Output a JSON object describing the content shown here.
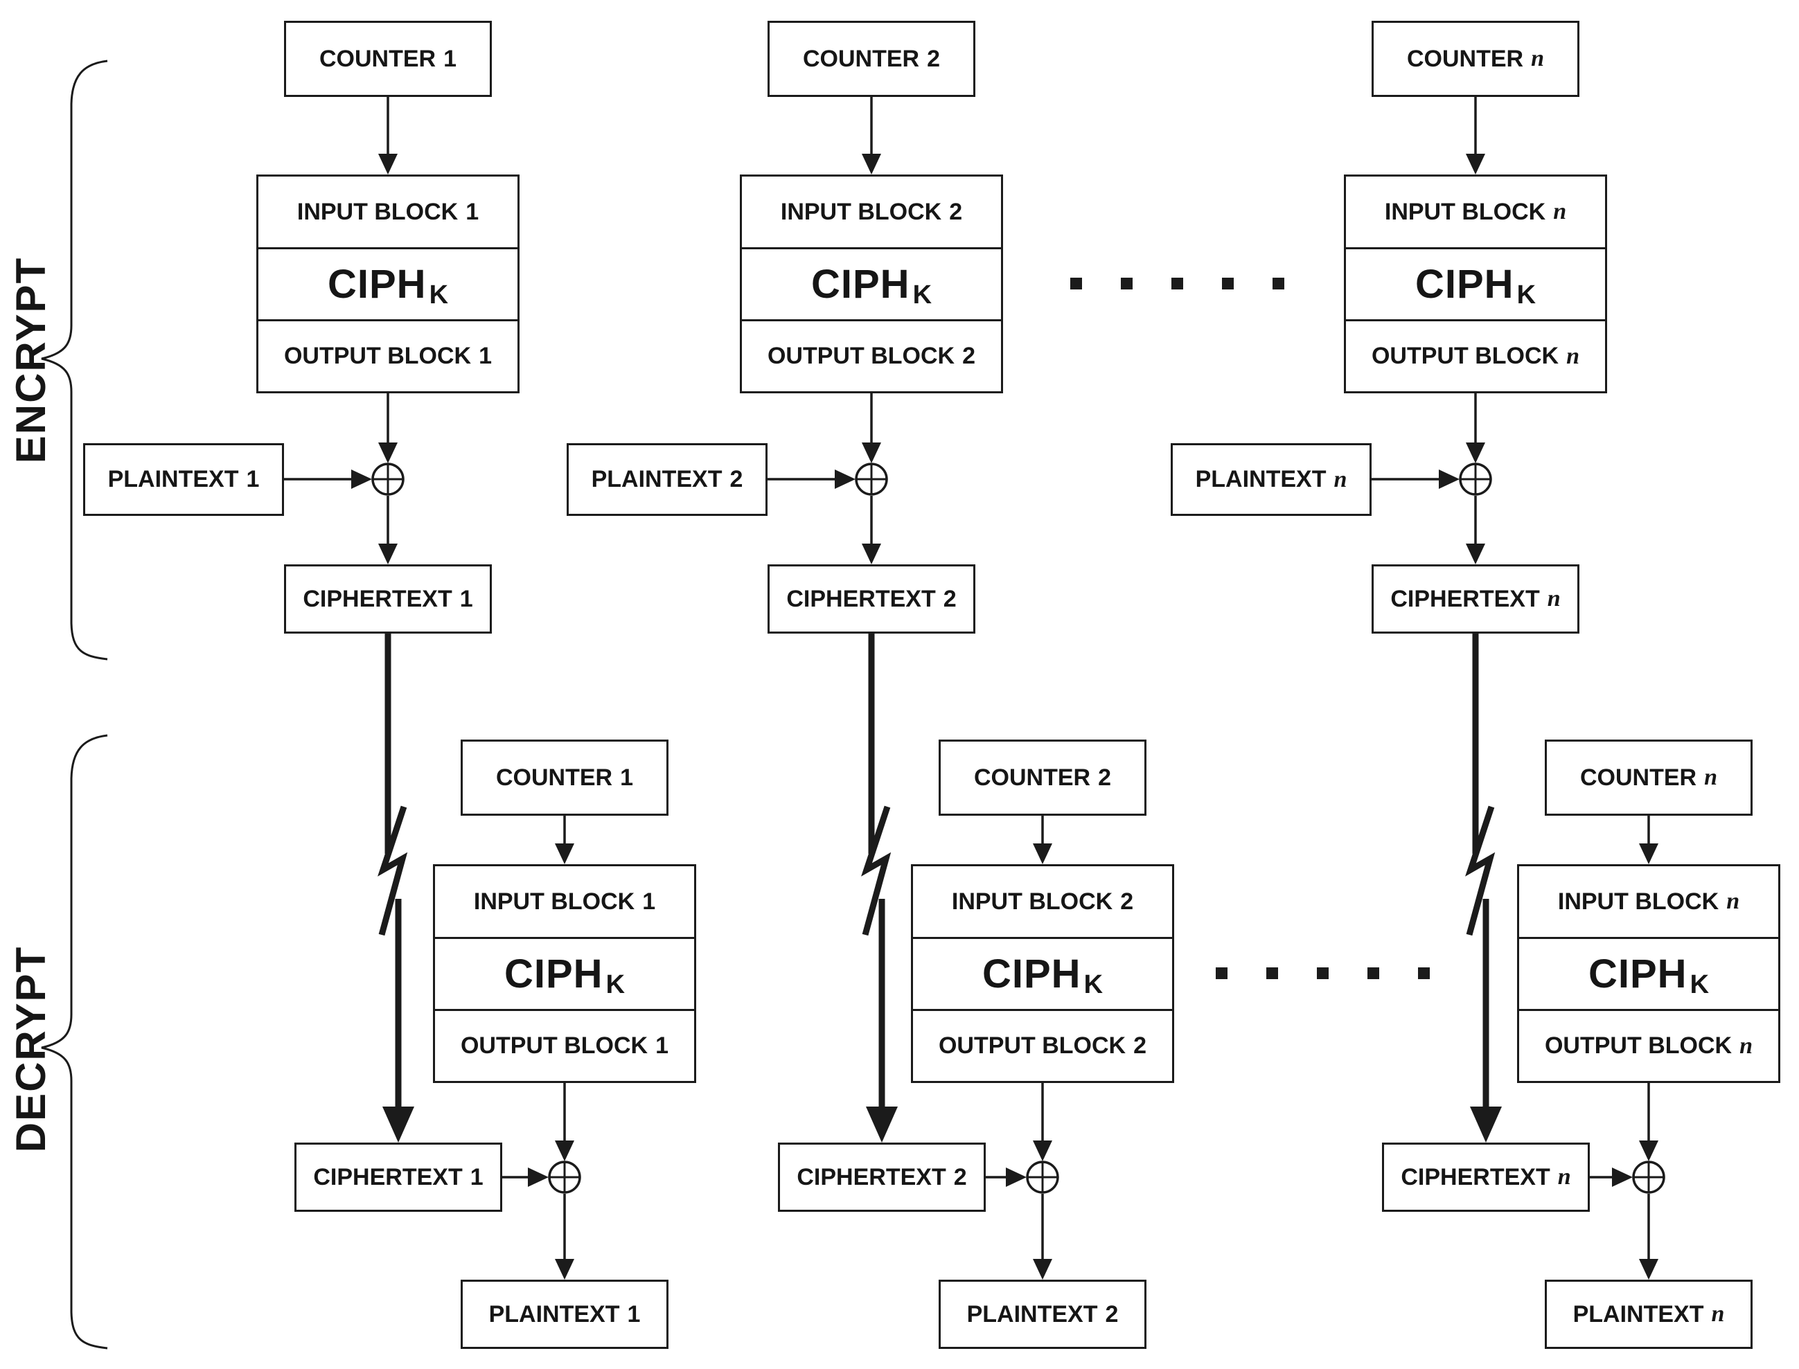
{
  "colors": {
    "ink": "#1b1b1b",
    "text": "#161616",
    "paper": "#ffffff"
  },
  "sections": {
    "encrypt": {
      "label": "ENCRYPT"
    },
    "decrypt": {
      "label": "DECRYPT"
    }
  },
  "labels": {
    "counter": "COUNTER",
    "input_block": "INPUT BLOCK",
    "cipher": "CIPH",
    "cipher_sub": "K",
    "output_block": "OUTPUT BLOCK",
    "plaintext": "PLAINTEXT",
    "ciphertext": "CIPHERTEXT",
    "xor_symbol": "⊕"
  },
  "columns": [
    {
      "num": "1",
      "num_class": "sfx"
    },
    {
      "num": "2",
      "num_class": "sfx"
    },
    {
      "num": "n",
      "num_class": "sfx ital"
    }
  ]
}
